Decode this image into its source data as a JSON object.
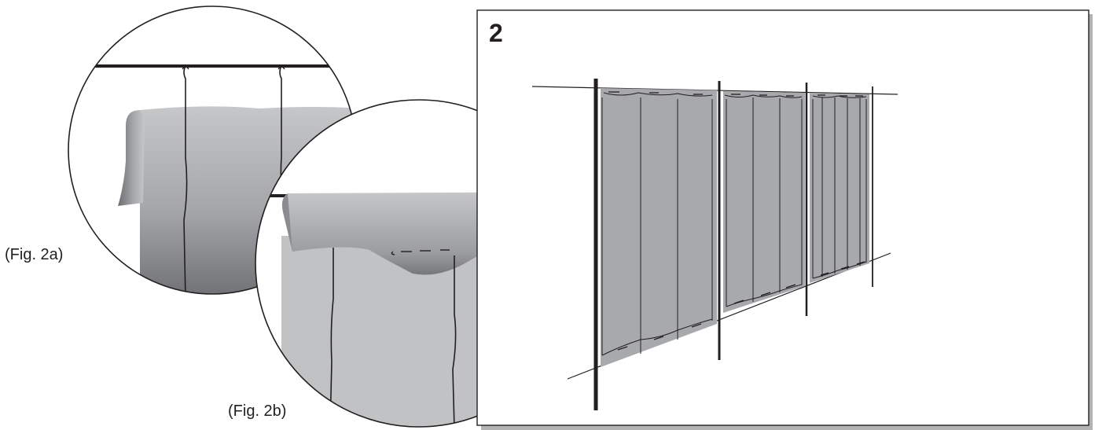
{
  "figures": {
    "fig2a_label": "(Fig. 2a)",
    "fig2b_label": "(Fig. 2b)"
  },
  "panel": {
    "step_number": "2"
  },
  "colors": {
    "fabric_light": "#c1c2c4",
    "fabric_mid": "#a7a9ac",
    "fabric_dark": "#6d6e71",
    "line": "#231f20",
    "panel_border": "#231f20",
    "panel_shadow": "#b3b3b3"
  }
}
